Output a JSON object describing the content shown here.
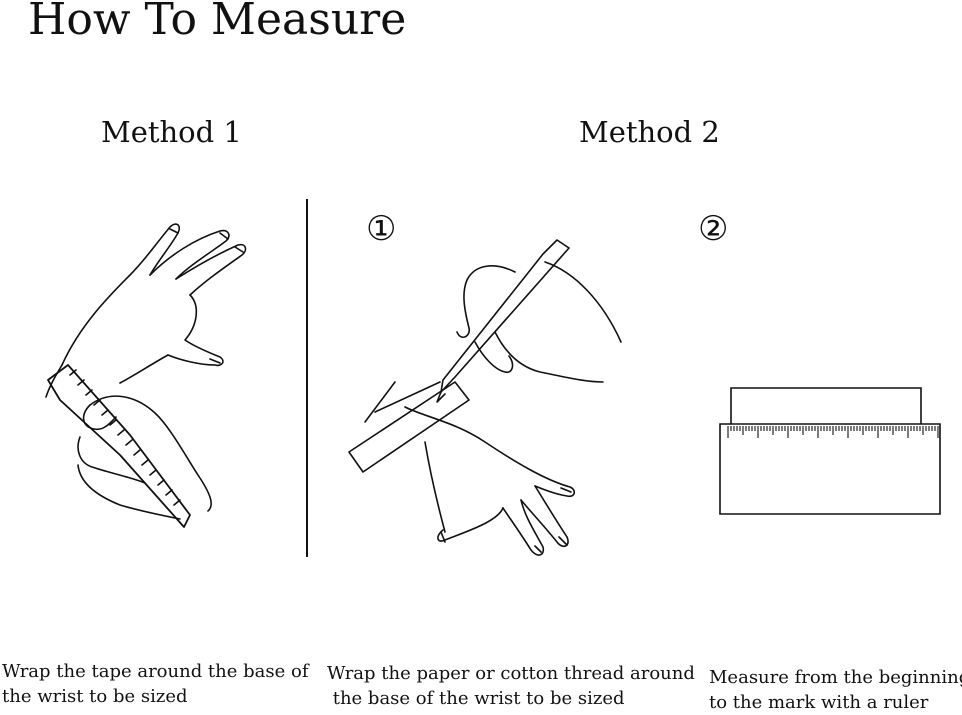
{
  "header": {
    "title": "How To Measure"
  },
  "methods": [
    {
      "label": "Method 1"
    },
    {
      "label": "Method 2"
    }
  ],
  "steps": [
    {
      "label": "①"
    },
    {
      "label": "②"
    }
  ],
  "captions": [
    {
      "line1": "Wrap the tape around the base of",
      "line2": "the wrist to be sized"
    },
    {
      "line1": "Wrap the paper or cotton thread around",
      "line2": " the base of the wrist to be sized"
    },
    {
      "line1": "Measure from the beginning",
      "line2": "to the mark with a ruler"
    }
  ]
}
